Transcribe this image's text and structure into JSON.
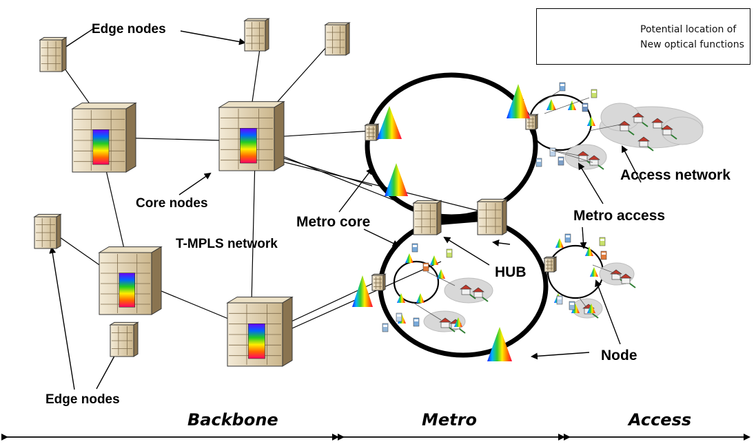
{
  "labels": {
    "edge_nodes_top": "Edge nodes",
    "edge_nodes_bottom": "Edge nodes",
    "core_nodes": "Core nodes",
    "tmpls_network": "T-MPLS network",
    "metro_core": "Metro core",
    "metro_access": "Metro access",
    "access_network": "Access network",
    "hub": "HUB",
    "node": "Node"
  },
  "legend": {
    "line1": "Potential location of",
    "line2": "New optical functions"
  },
  "sections": {
    "backbone": "Backbone",
    "metro": "Metro",
    "access": "Access"
  },
  "colors": {
    "line": "#000000",
    "device_body": "#d9c9a8",
    "device_dark": "#8a7450",
    "cloud": "#d8d8d8",
    "roof": "#c0392b"
  }
}
